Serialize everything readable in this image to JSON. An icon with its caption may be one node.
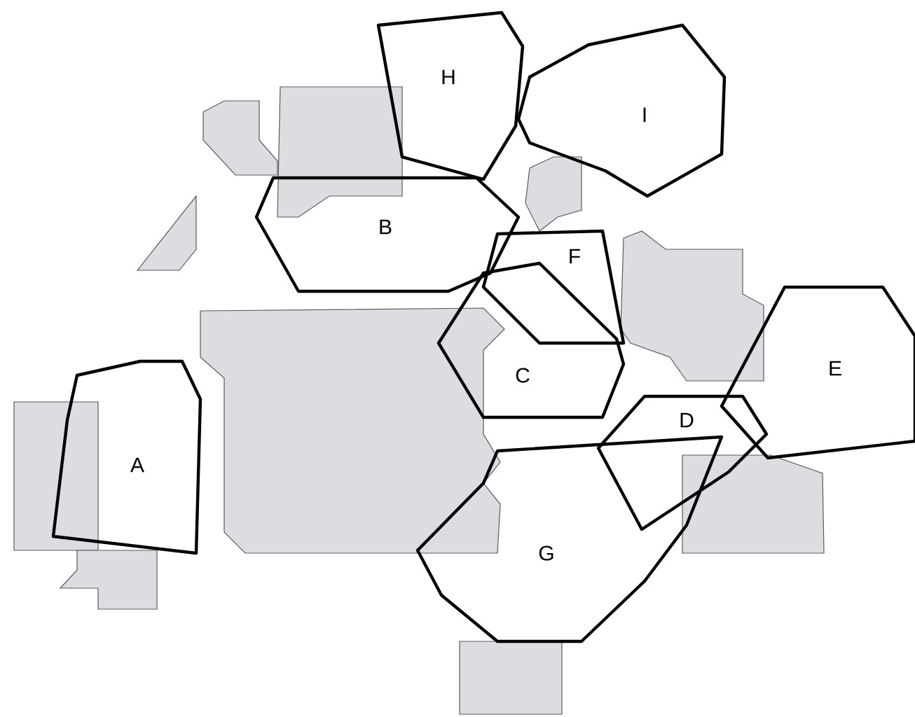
{
  "diagram": {
    "nodes": [
      {
        "text": [
          "H"
        ]
      },
      {
        "text": [
          "I"
        ]
      },
      {
        "text": [
          "B"
        ]
      },
      {
        "text": [
          "F"
        ]
      },
      {
        "text": [
          "C"
        ]
      },
      {
        "text": [
          "E"
        ]
      },
      {
        "text": [
          "D"
        ]
      },
      {
        "text": [
          "A"
        ]
      },
      {
        "text": [
          "G"
        ]
      },
      {
        "text": [],
        "shape": "polygon"
      },
      {
        "text": [],
        "shape": "polygon"
      },
      {
        "text": [],
        "shape": "polygon"
      },
      {
        "text": [],
        "shape": "polygon"
      },
      {
        "text": [],
        "shape": "polygon"
      },
      {
        "text": [],
        "shape": "polygon"
      },
      {
        "text": [],
        "shape": "polygon"
      },
      {
        "text": [],
        "shape": "polygon"
      },
      {
        "text": [],
        "shape": "polygon"
      },
      {
        "text": [],
        "shape": "polygon"
      }
    ]
  }
}
